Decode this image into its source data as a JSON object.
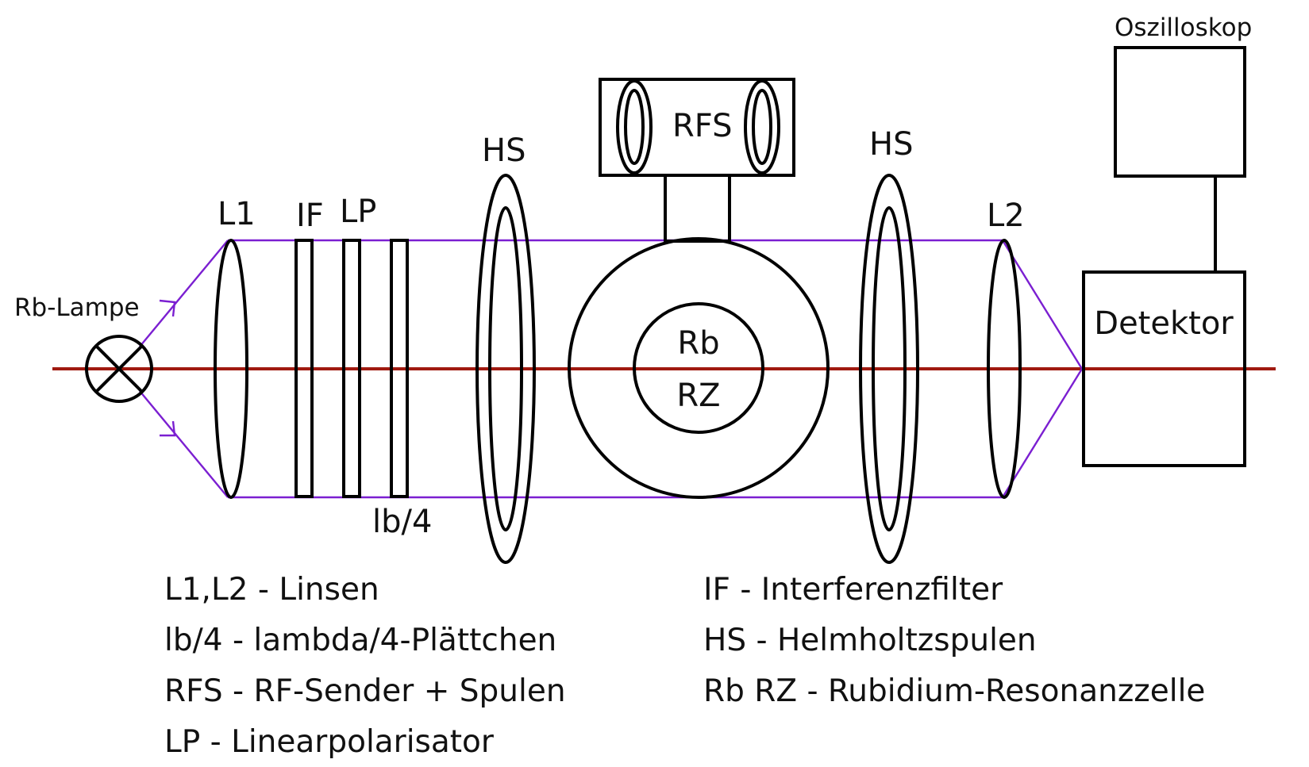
{
  "colors": {
    "beam": "#7b1fd1",
    "axis": "#a01a10",
    "outline": "#000000"
  },
  "labels": {
    "lamp": "Rb-Lampe",
    "lens1": "L1",
    "lens2": "L2",
    "interference_filter": "IF",
    "linear_polarizer": "LP",
    "quarter_wave": "lb/4",
    "helmholtz_left": "HS",
    "helmholtz_right": "HS",
    "rf_sender": "RFS",
    "cell_line1": "Rb",
    "cell_line2": "RZ",
    "detector": "Detektor",
    "oscilloscope": "Oszilloskop"
  },
  "legend": {
    "left": [
      "L1,L2 - Linsen",
      "lb/4 - lambda/4-Plättchen",
      "RFS - RF-Sender + Spulen",
      "LP - Linearpolarisator"
    ],
    "right": [
      "IF - Interferenzfilter",
      "HS - Helmholtzspulen",
      "Rb RZ - Rubidium-Resonanzzelle"
    ]
  }
}
